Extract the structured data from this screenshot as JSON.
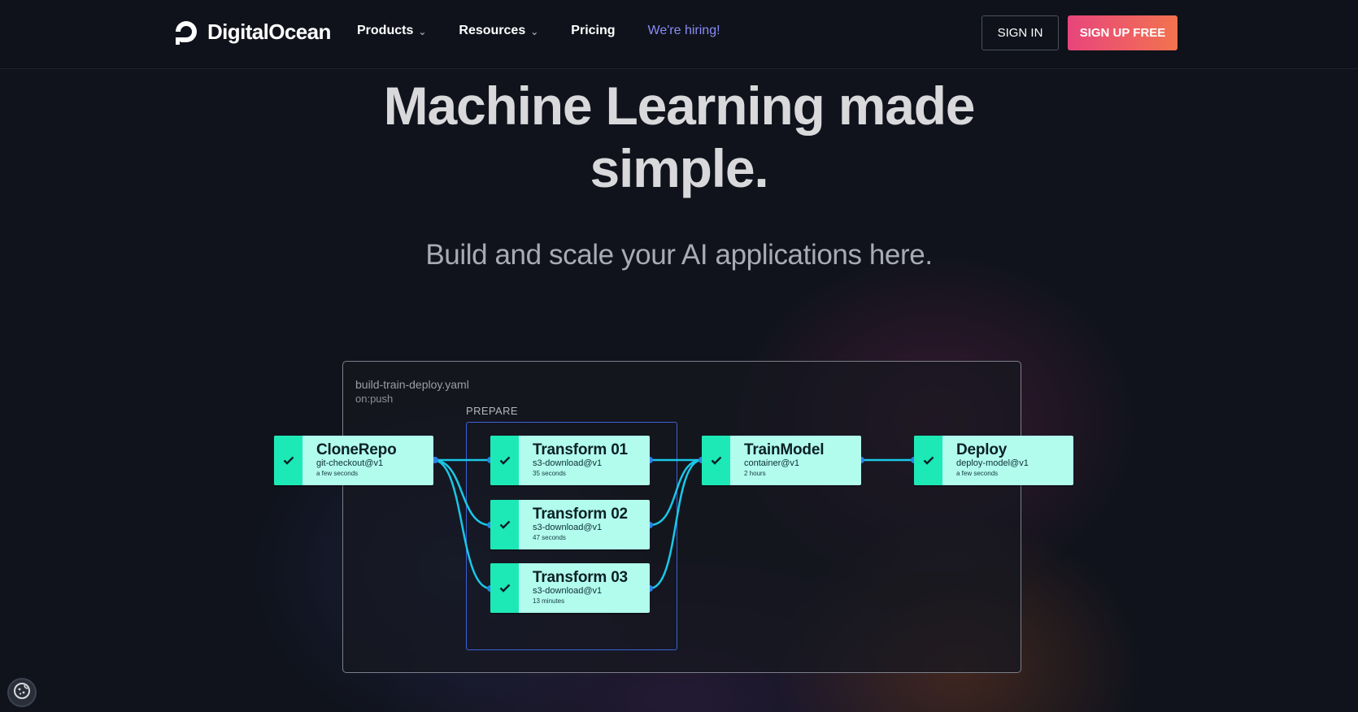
{
  "header": {
    "brand": "DigitalOcean",
    "nav": [
      {
        "label": "Products",
        "has_dropdown": true
      },
      {
        "label": "Resources",
        "has_dropdown": true
      },
      {
        "label": "Pricing",
        "has_dropdown": false
      },
      {
        "label": "We're hiring!",
        "has_dropdown": false
      }
    ],
    "signin_label": "SIGN IN",
    "signup_label": "SIGN UP FREE"
  },
  "hero": {
    "title_line1": "Machine Learning made",
    "title_line2": "simple.",
    "subtitle": "Build and scale your AI applications here."
  },
  "pipeline": {
    "file_name": "build-train-deploy.yaml",
    "trigger": "on:push",
    "group_label": "PREPARE",
    "nodes": [
      {
        "title": "CloneRepo",
        "action": "git-checkout@v1",
        "time": "a few seconds"
      },
      {
        "title": "Transform 01",
        "action": "s3-download@v1",
        "time": "35 seconds"
      },
      {
        "title": "Transform 02",
        "action": "s3-download@v1",
        "time": "47 seconds"
      },
      {
        "title": "Transform 03",
        "action": "s3-download@v1",
        "time": "13 minutes"
      },
      {
        "title": "TrainModel",
        "action": "container@v1",
        "time": "2 hours"
      },
      {
        "title": "Deploy",
        "action": "deploy-model@v1",
        "time": "a few seconds"
      }
    ]
  },
  "colors": {
    "background": "#10131c",
    "node_fill": "#b2fcee",
    "node_check": "#1de9b6",
    "connector": "#19c8e6",
    "group_border": "#3a62d8",
    "signup_gradient_start": "#e8457c",
    "signup_gradient_end": "#f2734f",
    "hiring_link": "#8a8cf6"
  },
  "icons": {
    "logo": "digitalocean-logo-icon",
    "dropdown": "chevron-down-icon",
    "node_status": "check-icon",
    "cookie": "cookie-settings-icon"
  }
}
